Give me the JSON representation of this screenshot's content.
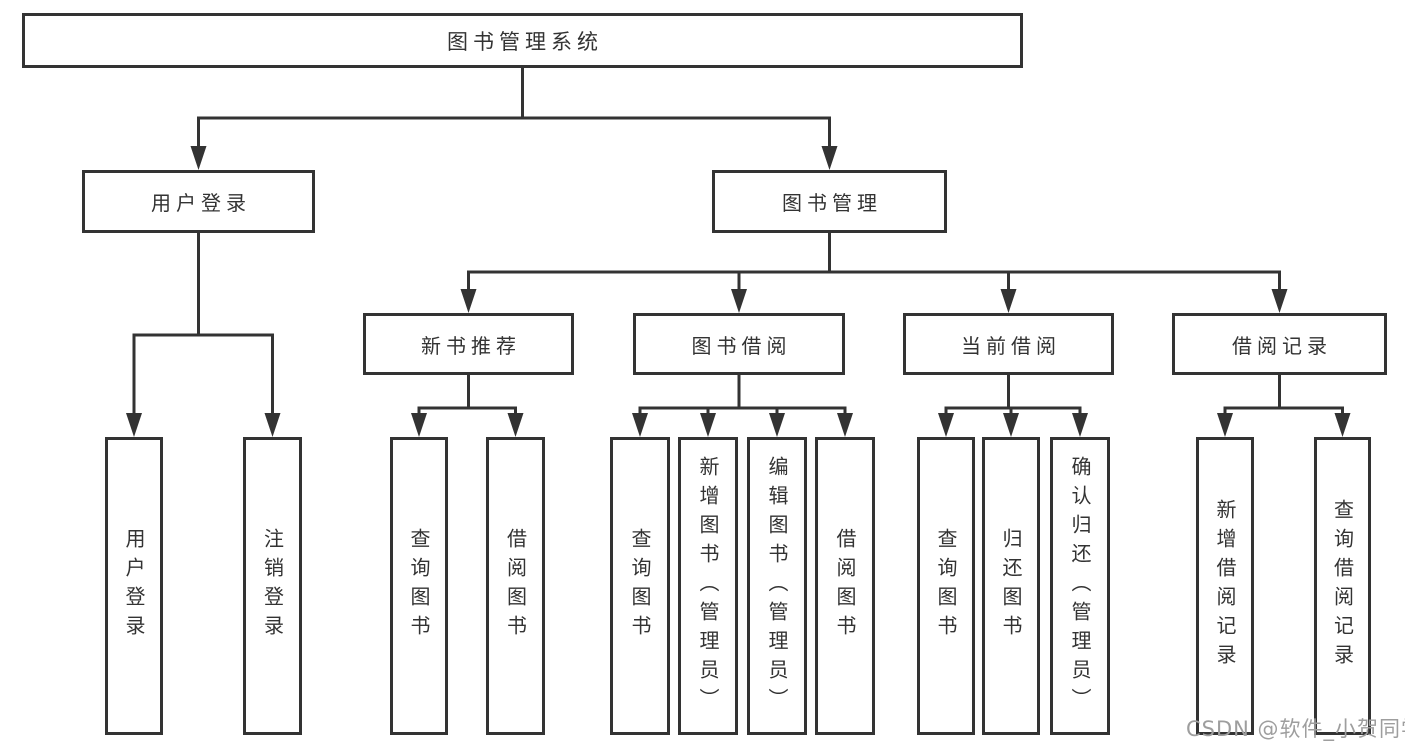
{
  "nodes": {
    "root": "图书管理系统",
    "user_login": "用户登录",
    "book_mgmt": "图书管理",
    "new_rec": "新书推荐",
    "book_borrow": "图书借阅",
    "current_borrow": "当前借阅",
    "borrow_records": "借阅记录",
    "login_children": [
      "用户登录",
      "注销登录"
    ],
    "new_rec_children": [
      "查询图书",
      "借阅图书"
    ],
    "book_borrow_children": [
      "查询图书",
      "新增图书（管理员）",
      "编辑图书（管理员）",
      "借阅图书"
    ],
    "current_borrow_children": [
      "查询图书",
      "归还图书",
      "确认归还（管理员）"
    ],
    "borrow_records_children": [
      "新增借阅记录",
      "查询借阅记录"
    ]
  },
  "watermark": "CSDN @软件_小贺同学",
  "colors": {
    "line": "#333333",
    "box_border": "#333333",
    "text": "#333333",
    "watermark": "#9e9e9e",
    "background": "#ffffff"
  }
}
